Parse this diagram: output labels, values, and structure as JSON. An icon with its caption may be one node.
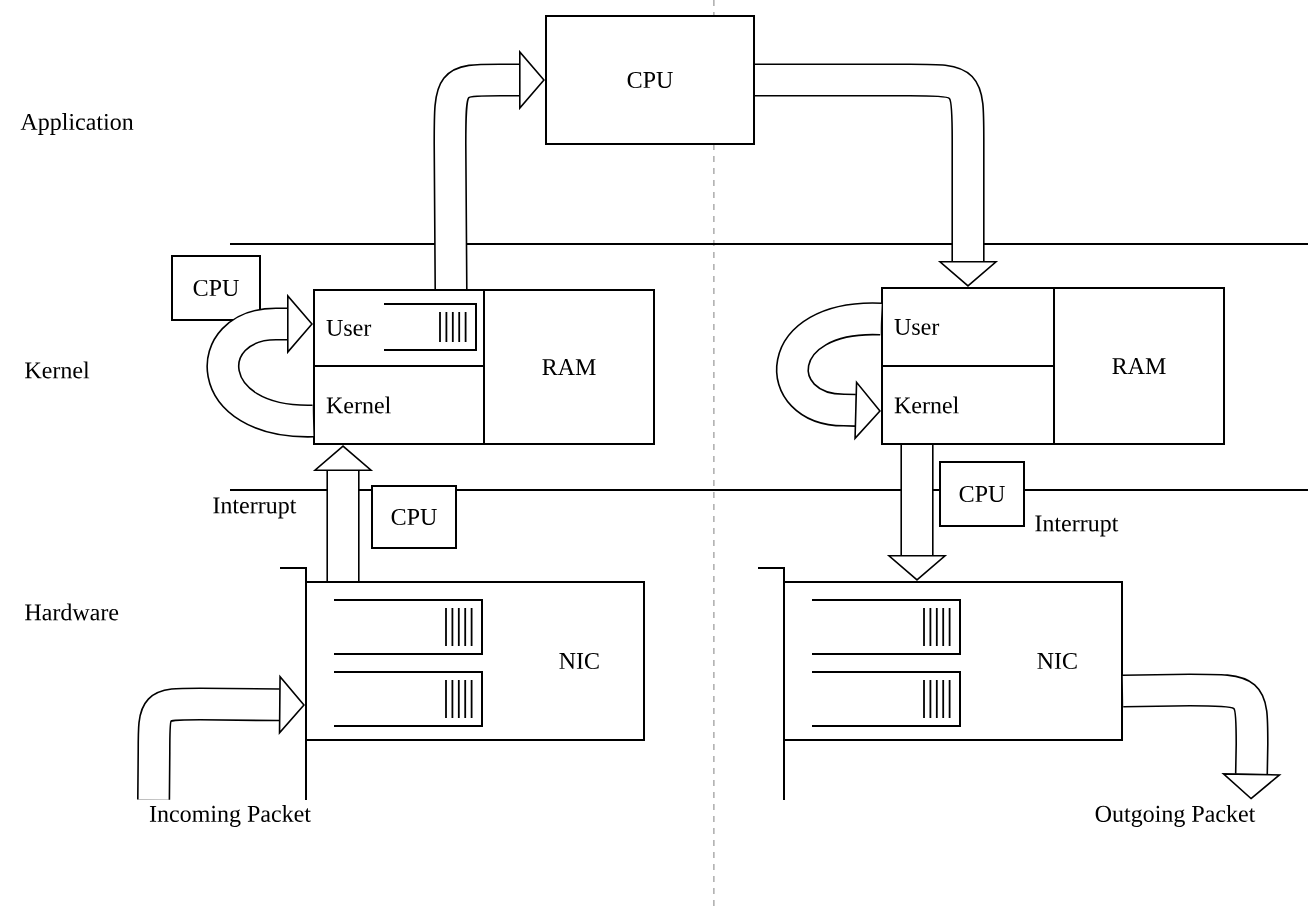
{
  "diagram": {
    "nodes": [
      {
        "text": [
          "CPU"
        ]
      },
      {
        "text": [
          "CPU"
        ]
      },
      {
        "text": [
          "User"
        ]
      },
      {
        "text": [
          "Kernel"
        ]
      },
      {
        "text": [
          "RAM"
        ]
      },
      {
        "text": [
          "CPU"
        ]
      },
      {
        "text": [
          "NIC"
        ]
      },
      {
        "text": [
          "Incoming Packet"
        ]
      },
      {
        "text": [
          "User"
        ]
      },
      {
        "text": [
          "Kernel"
        ]
      },
      {
        "text": [
          "RAM"
        ]
      },
      {
        "text": [
          "CPU"
        ]
      },
      {
        "text": [
          "NIC"
        ]
      },
      {
        "text": [
          "Outgoing Packet"
        ]
      }
    ],
    "edges": [
      {
        "from": 7,
        "to": 6,
        "arrow": "to"
      },
      {
        "from": 6,
        "to": 3,
        "arrow": "to"
      },
      {
        "from": 3,
        "to": 2,
        "arrow": "to"
      },
      {
        "from": 2,
        "to": 0,
        "arrow": "to"
      },
      {
        "from": 0,
        "to": 8,
        "arrow": "to"
      },
      {
        "from": 8,
        "to": 9,
        "arrow": "to"
      },
      {
        "from": 9,
        "to": 12,
        "arrow": "to"
      },
      {
        "from": 12,
        "to": 13,
        "arrow": "to"
      }
    ],
    "labels": [
      "Application",
      "Kernel",
      "Interrupt",
      "Interrupt",
      "Hardware"
    ]
  }
}
